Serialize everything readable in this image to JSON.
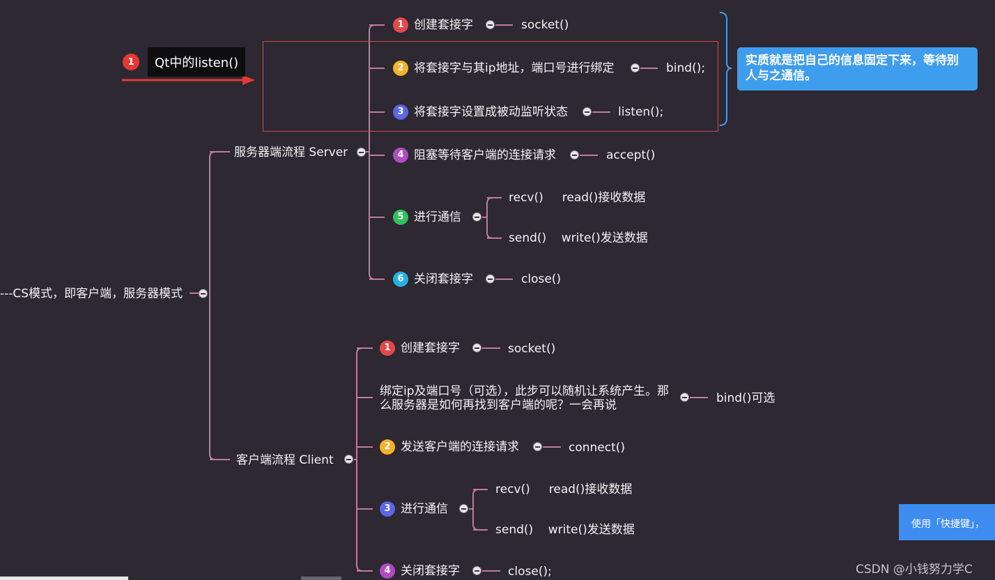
{
  "colors": {
    "background": "#2d2831",
    "connector": "#c37aa0",
    "bracket": "#3f9ded",
    "callout_red": "#e53935",
    "summary_bg": "#3f9ded"
  },
  "root": {
    "label": "---CS模式，即客户端，服务器模式"
  },
  "callout": {
    "badge": "1",
    "label": "Qt中的listen()"
  },
  "summary": {
    "text": "实质就是把自己的信息固定下来，等待别人与之通信。"
  },
  "server": {
    "label": "服务器端流程 Server",
    "steps": [
      {
        "num": "1",
        "label": "创建套接字",
        "color": "#e24a4a",
        "func": "socket()"
      },
      {
        "num": "2",
        "label": "将套接字与其ip地址，端口号进行绑定",
        "color": "#f3b22b",
        "func": "bind();"
      },
      {
        "num": "3",
        "label": "将套接字设置成被动监听状态",
        "color": "#5b66e8",
        "func": "listen();"
      },
      {
        "num": "4",
        "label": "阻塞等待客户端的连接请求",
        "color": "#b24bc1",
        "func": "accept()"
      },
      {
        "num": "5",
        "label": "进行通信",
        "color": "#2fc15a",
        "children": [
          {
            "label": "recv()     read()接收数据"
          },
          {
            "label": "send()    write()发送数据"
          }
        ]
      },
      {
        "num": "6",
        "label": "关闭套接字",
        "color": "#27b1e3",
        "func": "close()"
      }
    ]
  },
  "client": {
    "label": "客户端流程 Client",
    "steps": [
      {
        "num": "1",
        "label": "创建套接字",
        "color": "#e24a4a",
        "func": "socket()"
      },
      {
        "num": "",
        "label": "绑定ip及端口号（可选），此步可以随机让系统产生。那么服务器是如何再找到客户端的呢？一会再说",
        "func": "bind()可选"
      },
      {
        "num": "2",
        "label": "发送客户端的连接请求",
        "color": "#f3b22b",
        "func": "connect()"
      },
      {
        "num": "3",
        "label": "进行通信",
        "color": "#5b66e8",
        "children": [
          {
            "label": "recv()     read()接收数据"
          },
          {
            "label": "send()    write()发送数据"
          }
        ]
      },
      {
        "num": "4",
        "label": "关闭套接字",
        "color": "#b24bc1",
        "func": "close();"
      }
    ]
  },
  "shortcut_hint": "使用「快捷键」，",
  "watermark": "CSDN @小钱努力学C"
}
